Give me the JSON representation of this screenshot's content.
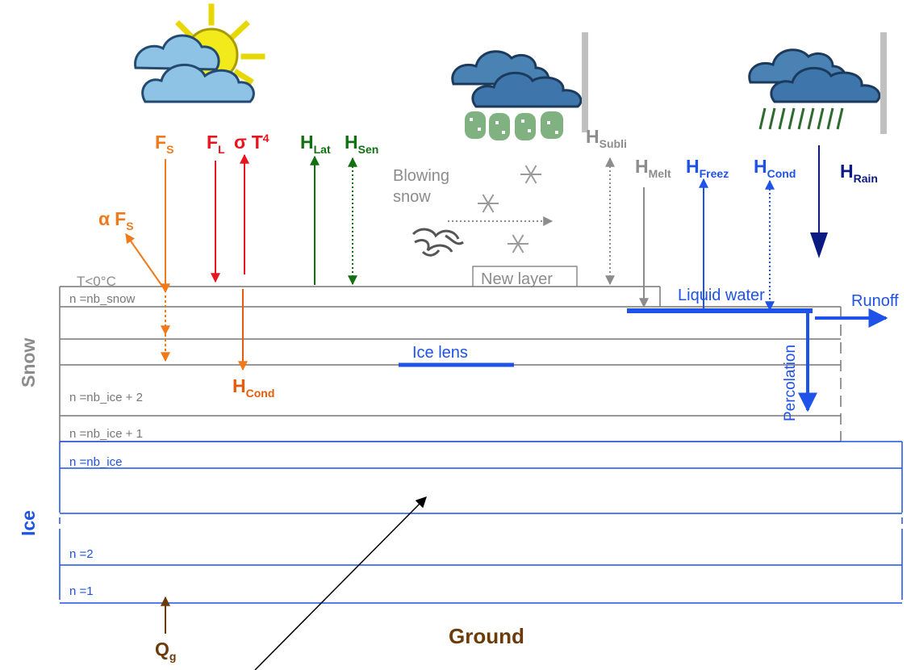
{
  "fluxes": {
    "fs": {
      "main": "F",
      "sub": "S"
    },
    "albedo": {
      "alpha": "α",
      "main": "F",
      "sub": "S"
    },
    "fl": {
      "main": "F",
      "sub": "L"
    },
    "sigma_t4": {
      "sigma": "σ",
      "main": "T",
      "sup": "4"
    },
    "h_lat": {
      "main": "H",
      "sub": "Lat"
    },
    "h_sen": {
      "main": "H",
      "sub": "Sen"
    },
    "h_subli": {
      "main": "H",
      "sub": "Subli"
    },
    "h_melt": {
      "main": "H",
      "sub": "Melt"
    },
    "h_freez": {
      "main": "H",
      "sub": "Freez"
    },
    "h_cond_top": {
      "main": "H",
      "sub": "Cond"
    },
    "h_rain": {
      "main": "H",
      "sub": "Rain"
    },
    "h_cond_snow": {
      "main": "H",
      "sub": "Cond"
    },
    "q_g": {
      "main": "Q",
      "sub": "g"
    }
  },
  "labels": {
    "blowing_line1": "Blowing",
    "blowing_line2": "snow",
    "new_layer": "New layer",
    "temperature": "T<0°C",
    "liquid_water": "Liquid water",
    "runoff": "Runoff",
    "percolation": "Percolation",
    "ice_lens": "Ice lens",
    "snow": "Snow",
    "ice": "Ice",
    "ground": "Ground"
  },
  "layers": {
    "nb_snow": "n =nb_snow",
    "nb_ice_plus2": "n =nb_ice + 2",
    "nb_ice_plus1": "n =nb_ice + 1",
    "nb_ice": "n =nb_ice",
    "n2": "n =2",
    "n1": "n =1"
  },
  "colors": {
    "solar": "#f07a1a",
    "longwave": "#e8141e",
    "turbulent": "#127012",
    "grey": "#8c8c8c",
    "blue": "#1f52e6",
    "navy": "#0b1a80",
    "brown": "#6b3c0a",
    "layer_line": "#777777"
  },
  "icons": [
    "sun-cloud-icon",
    "snow-cloud-icon",
    "rain-cloud-icon",
    "snowflake-icon",
    "blowing-snow-icon"
  ]
}
